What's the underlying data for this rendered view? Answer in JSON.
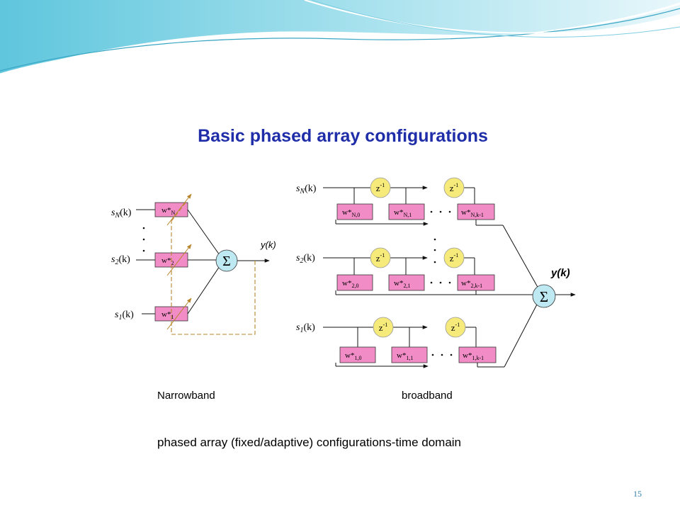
{
  "slide": {
    "title": "Basic phased array configurations",
    "page_number": "15",
    "caption": "phased array (fixed/adaptive) configurations-time domain"
  },
  "narrowband": {
    "label": "Narrowband",
    "output_label": "y(k)",
    "sum_symbol": "Σ",
    "inputs": [
      {
        "name": "s",
        "sub": "N",
        "arg": "(k)",
        "weight": "w*",
        "weight_sub": "N"
      },
      {
        "name": "s",
        "sub": "2",
        "arg": "(k)",
        "weight": "w*",
        "weight_sub": "2"
      },
      {
        "name": "s",
        "sub": "1",
        "arg": "(k)",
        "weight": "w*",
        "weight_sub": "1"
      }
    ]
  },
  "broadband": {
    "label": "broadband",
    "output_label": "y(k)",
    "sum_symbol": "Σ",
    "delay": {
      "base": "z",
      "exp": "-1"
    },
    "rows": [
      {
        "name": "s",
        "sub": "N",
        "arg": "(k)",
        "weights": [
          {
            "w": "w*",
            "sub": "N,0"
          },
          {
            "w": "w*",
            "sub": "N,1"
          },
          {
            "w": "w*",
            "sub": "N,k-1"
          }
        ]
      },
      {
        "name": "s",
        "sub": "2",
        "arg": "(k)",
        "weights": [
          {
            "w": "w*",
            "sub": "2,0"
          },
          {
            "w": "w*",
            "sub": "2,1"
          },
          {
            "w": "w*",
            "sub": "2,k-1"
          }
        ]
      },
      {
        "name": "s",
        "sub": "1",
        "arg": "(k)",
        "weights": [
          {
            "w": "w*",
            "sub": "1,0"
          },
          {
            "w": "w*",
            "sub": "1,1"
          },
          {
            "w": "w*",
            "sub": "1,k-1"
          }
        ]
      }
    ]
  },
  "colors": {
    "title": "#1f2ea8",
    "weight_box": "#f28cc6",
    "delay_circle": "#f5ea7a",
    "sum_circle": "#bfe9f2",
    "adaptive_line": "#b8862e",
    "wire": "#111111",
    "banner_teal": "#5fc6dd"
  }
}
